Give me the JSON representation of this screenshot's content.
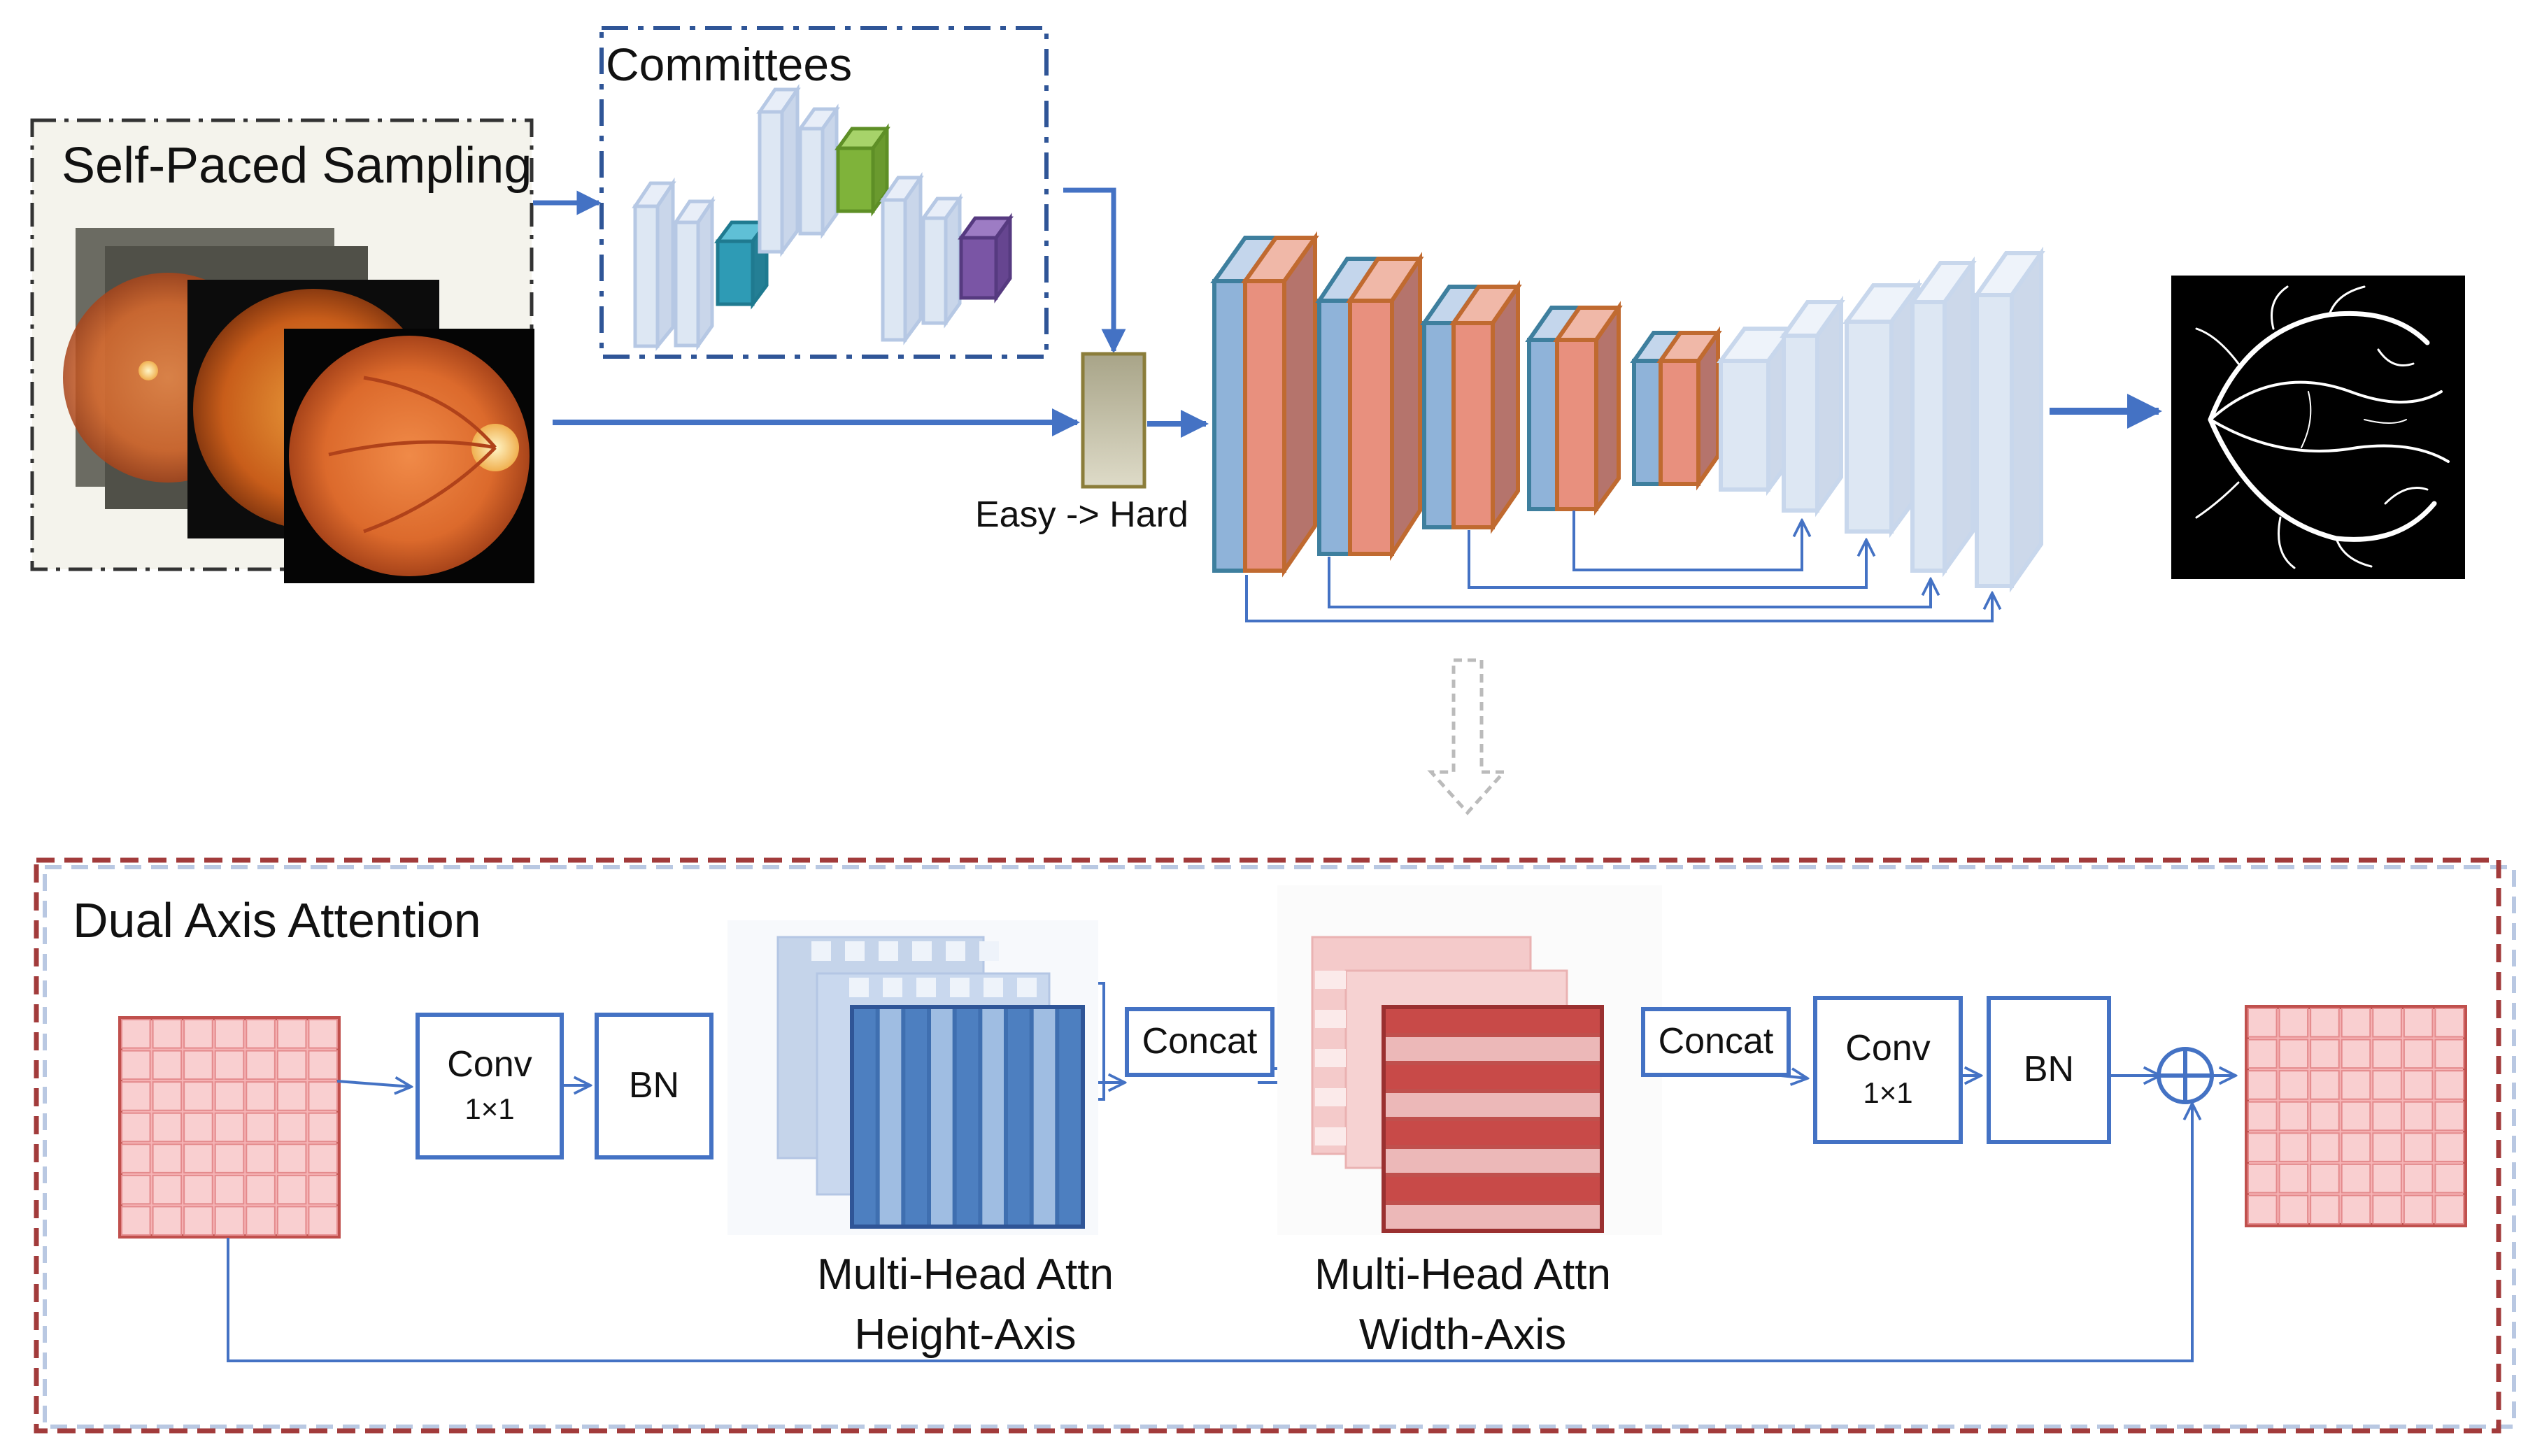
{
  "labels": {
    "self_paced_sampling": "Self-Paced Sampling",
    "committees": "Committees",
    "easy_hard": "Easy -> Hard",
    "dual_axis_attention": "Dual Axis Attention",
    "conv1": "Conv",
    "conv1_sub": "1×1",
    "bn1": "BN",
    "concat1": "Concat",
    "concat2": "Concat",
    "conv2": "Conv",
    "conv2_sub": "1×1",
    "bn2": "BN",
    "mha_height_1": "Multi-Head Attn",
    "mha_height_2": "Height-Axis",
    "mha_width_1": "Multi-Head Attn",
    "mha_width_2": "Width-Axis"
  },
  "colors": {
    "arrow": "#4472c4",
    "encoder_blue": "#8fb3d9",
    "encoder_salmon": "#e8907e",
    "decoder": "#dde7f3",
    "committee_teal": "#2e9bb5",
    "committee_green": "#7fb33a",
    "committee_purple": "#7a55a5",
    "grid_red": "#f2a8aa",
    "dashed_red": "#a23b3b"
  },
  "icons": {
    "plus": "circled-plus-icon",
    "down_arrow": "hollow-down-arrow-icon"
  }
}
